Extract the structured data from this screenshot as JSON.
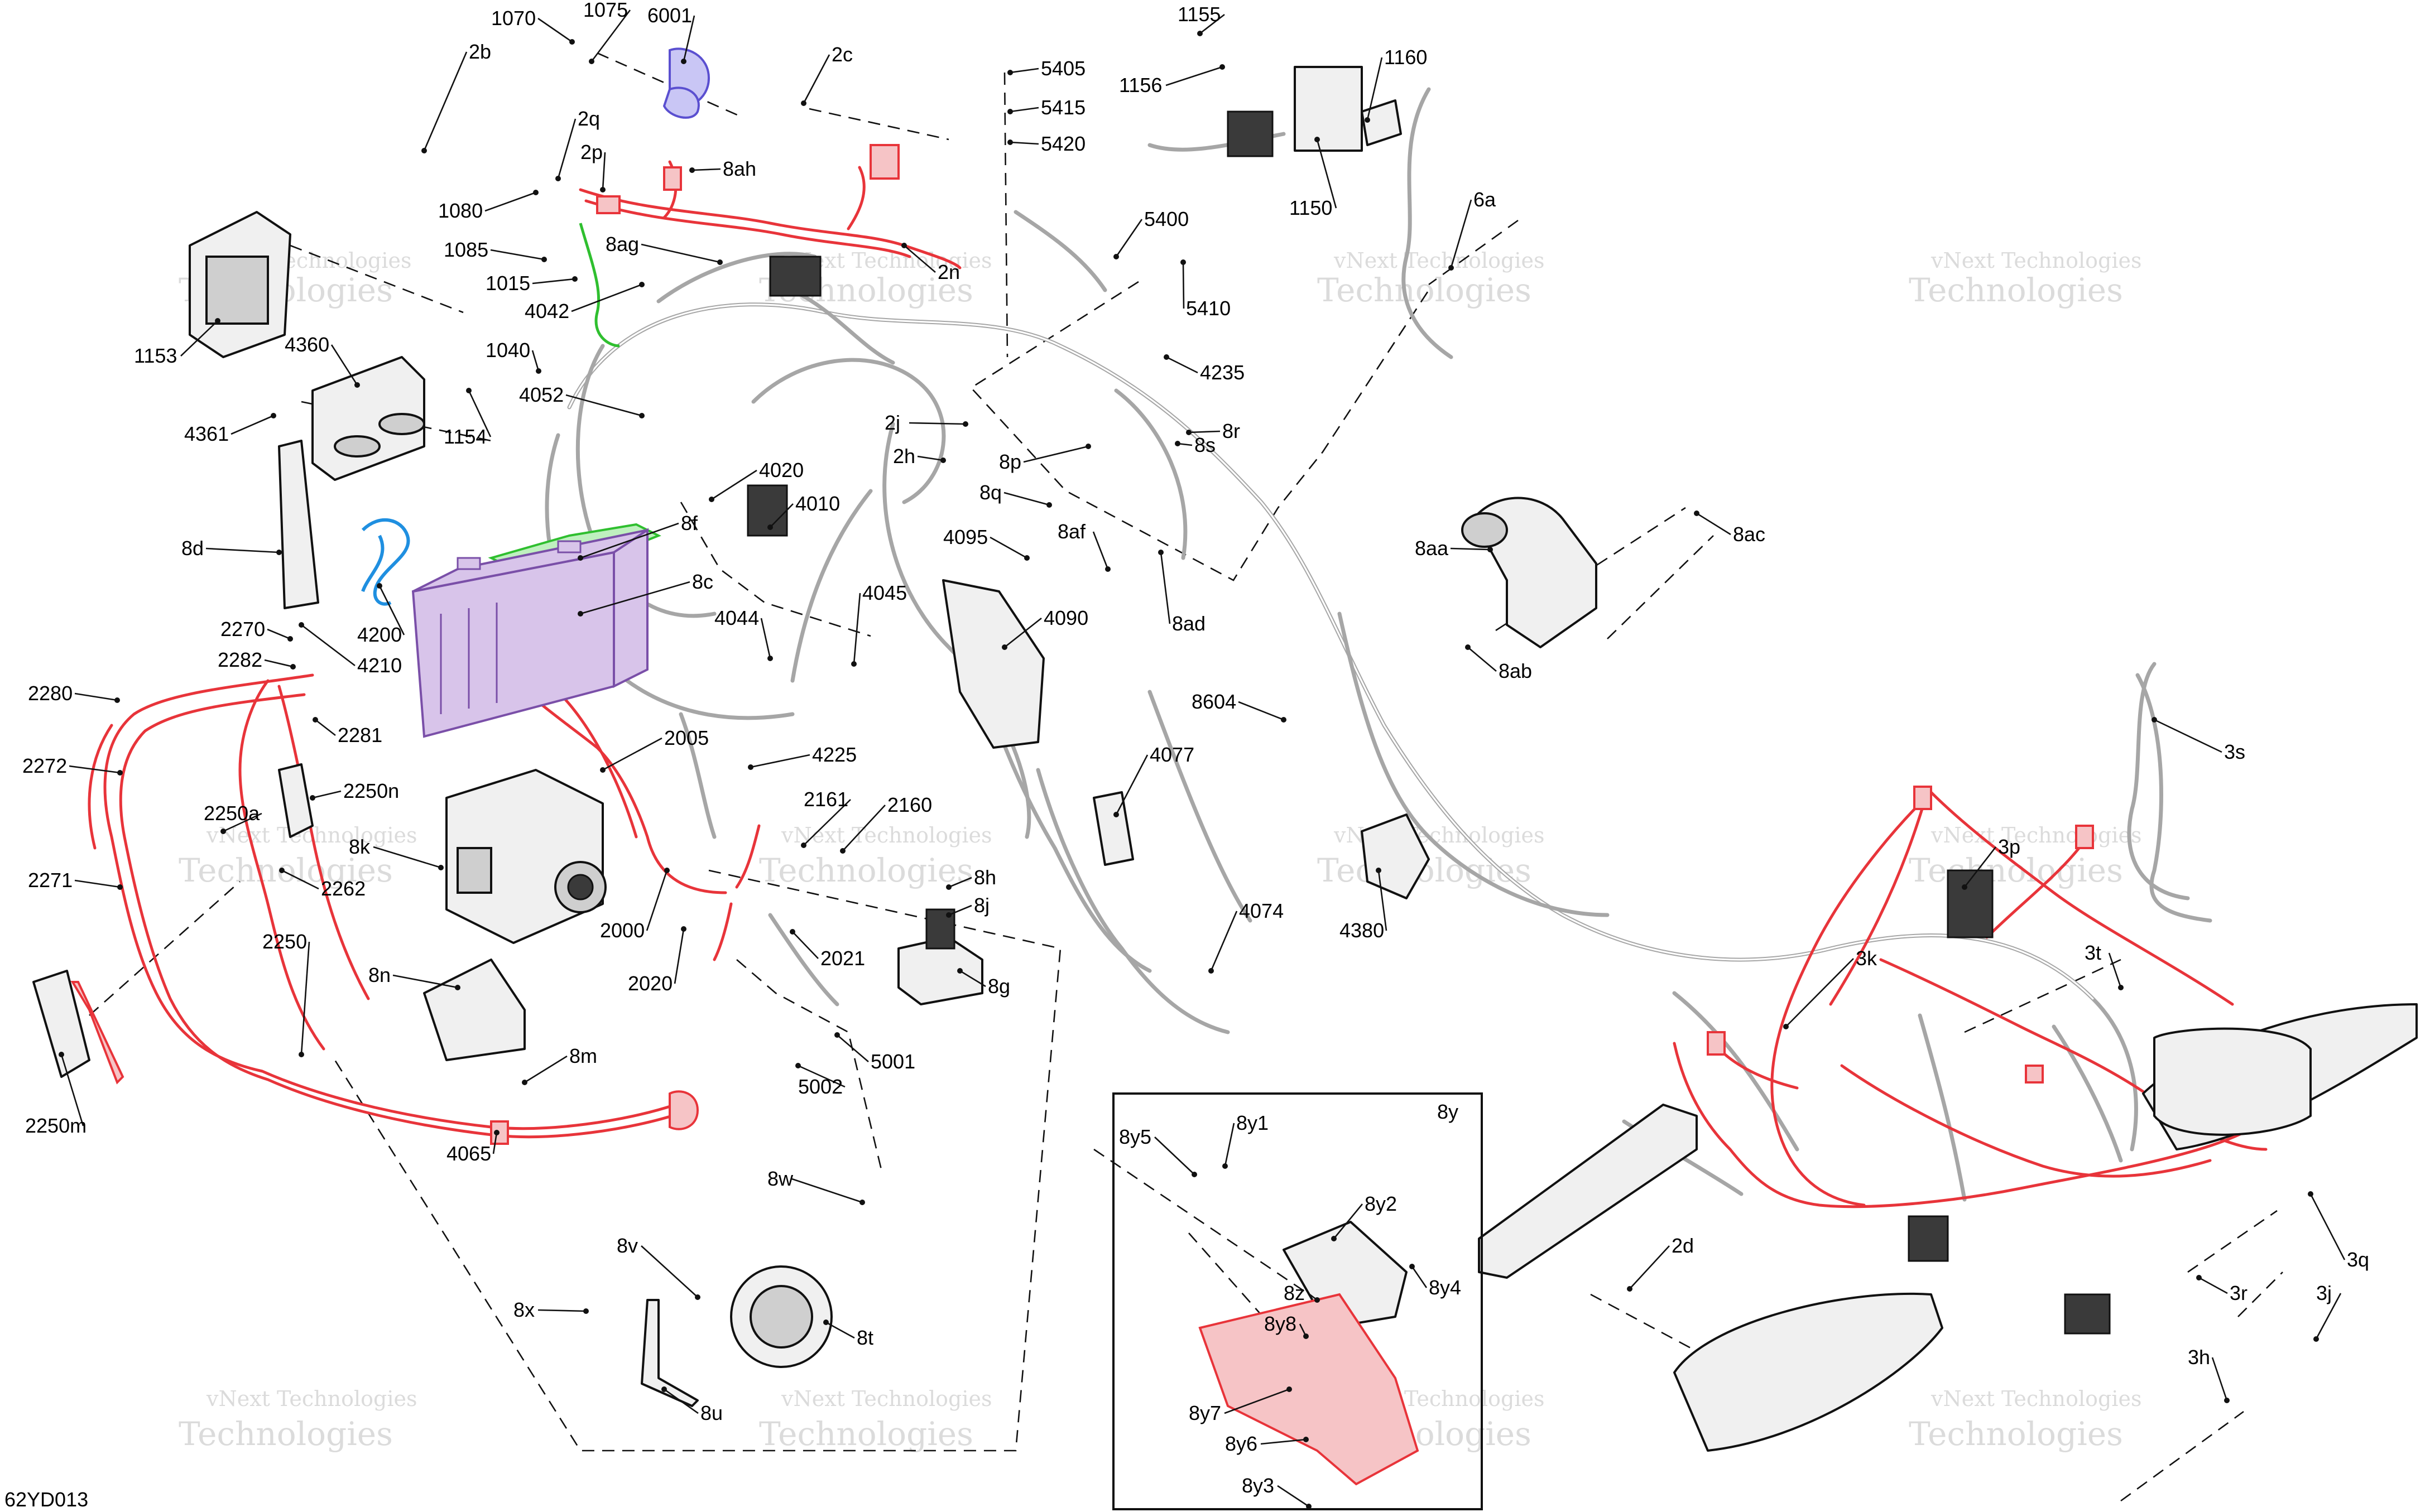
{
  "figure_code": "62YD013",
  "watermark": "vNext Technologies",
  "watermark_large": "Technologies",
  "inset": {
    "label": "8y"
  },
  "colors": {
    "highlight_red": "#e8343a",
    "highlight_green": "#2fbf2f",
    "highlight_blue": "#1f8fe0",
    "highlight_purple": "#7a4fa8",
    "wire_gray": "#a6a6a6"
  },
  "callouts": [
    "1070",
    "1075",
    "6001",
    "2b",
    "2c",
    "5405",
    "5415",
    "5420",
    "1155",
    "1156",
    "1160",
    "1150",
    "2q",
    "2p",
    "8ah",
    "1080",
    "1085",
    "1015",
    "8ag",
    "2n",
    "5400",
    "5410",
    "6a",
    "1153",
    "4042",
    "1040",
    "4052",
    "4360",
    "4361",
    "1154",
    "4235",
    "2j",
    "8r",
    "8s",
    "2h",
    "8p",
    "8q",
    "4020",
    "4010",
    "8f",
    "8d",
    "8c",
    "4200",
    "4210",
    "2270",
    "2282",
    "8aa",
    "8ac",
    "8ab",
    "4095",
    "8af",
    "4045",
    "4044",
    "4090",
    "8ad",
    "8604",
    "2280",
    "2272",
    "2281",
    "2250n",
    "2250a",
    "2262",
    "2271",
    "2005",
    "4225",
    "2161",
    "2160",
    "8k",
    "4077",
    "3s",
    "3p",
    "4380",
    "8h",
    "8j",
    "4074",
    "2000",
    "2250",
    "2021",
    "2020",
    "8g",
    "3t",
    "3k",
    "8n",
    "5001",
    "5002",
    "8m",
    "2250m",
    "4065",
    "8y1",
    "8y5",
    "8y2",
    "8w",
    "8v",
    "8x",
    "8t",
    "8u",
    "8z",
    "8y8",
    "8y4",
    "8y7",
    "8y6",
    "8y3",
    "2d",
    "3q",
    "3r",
    "3j",
    "3h"
  ]
}
